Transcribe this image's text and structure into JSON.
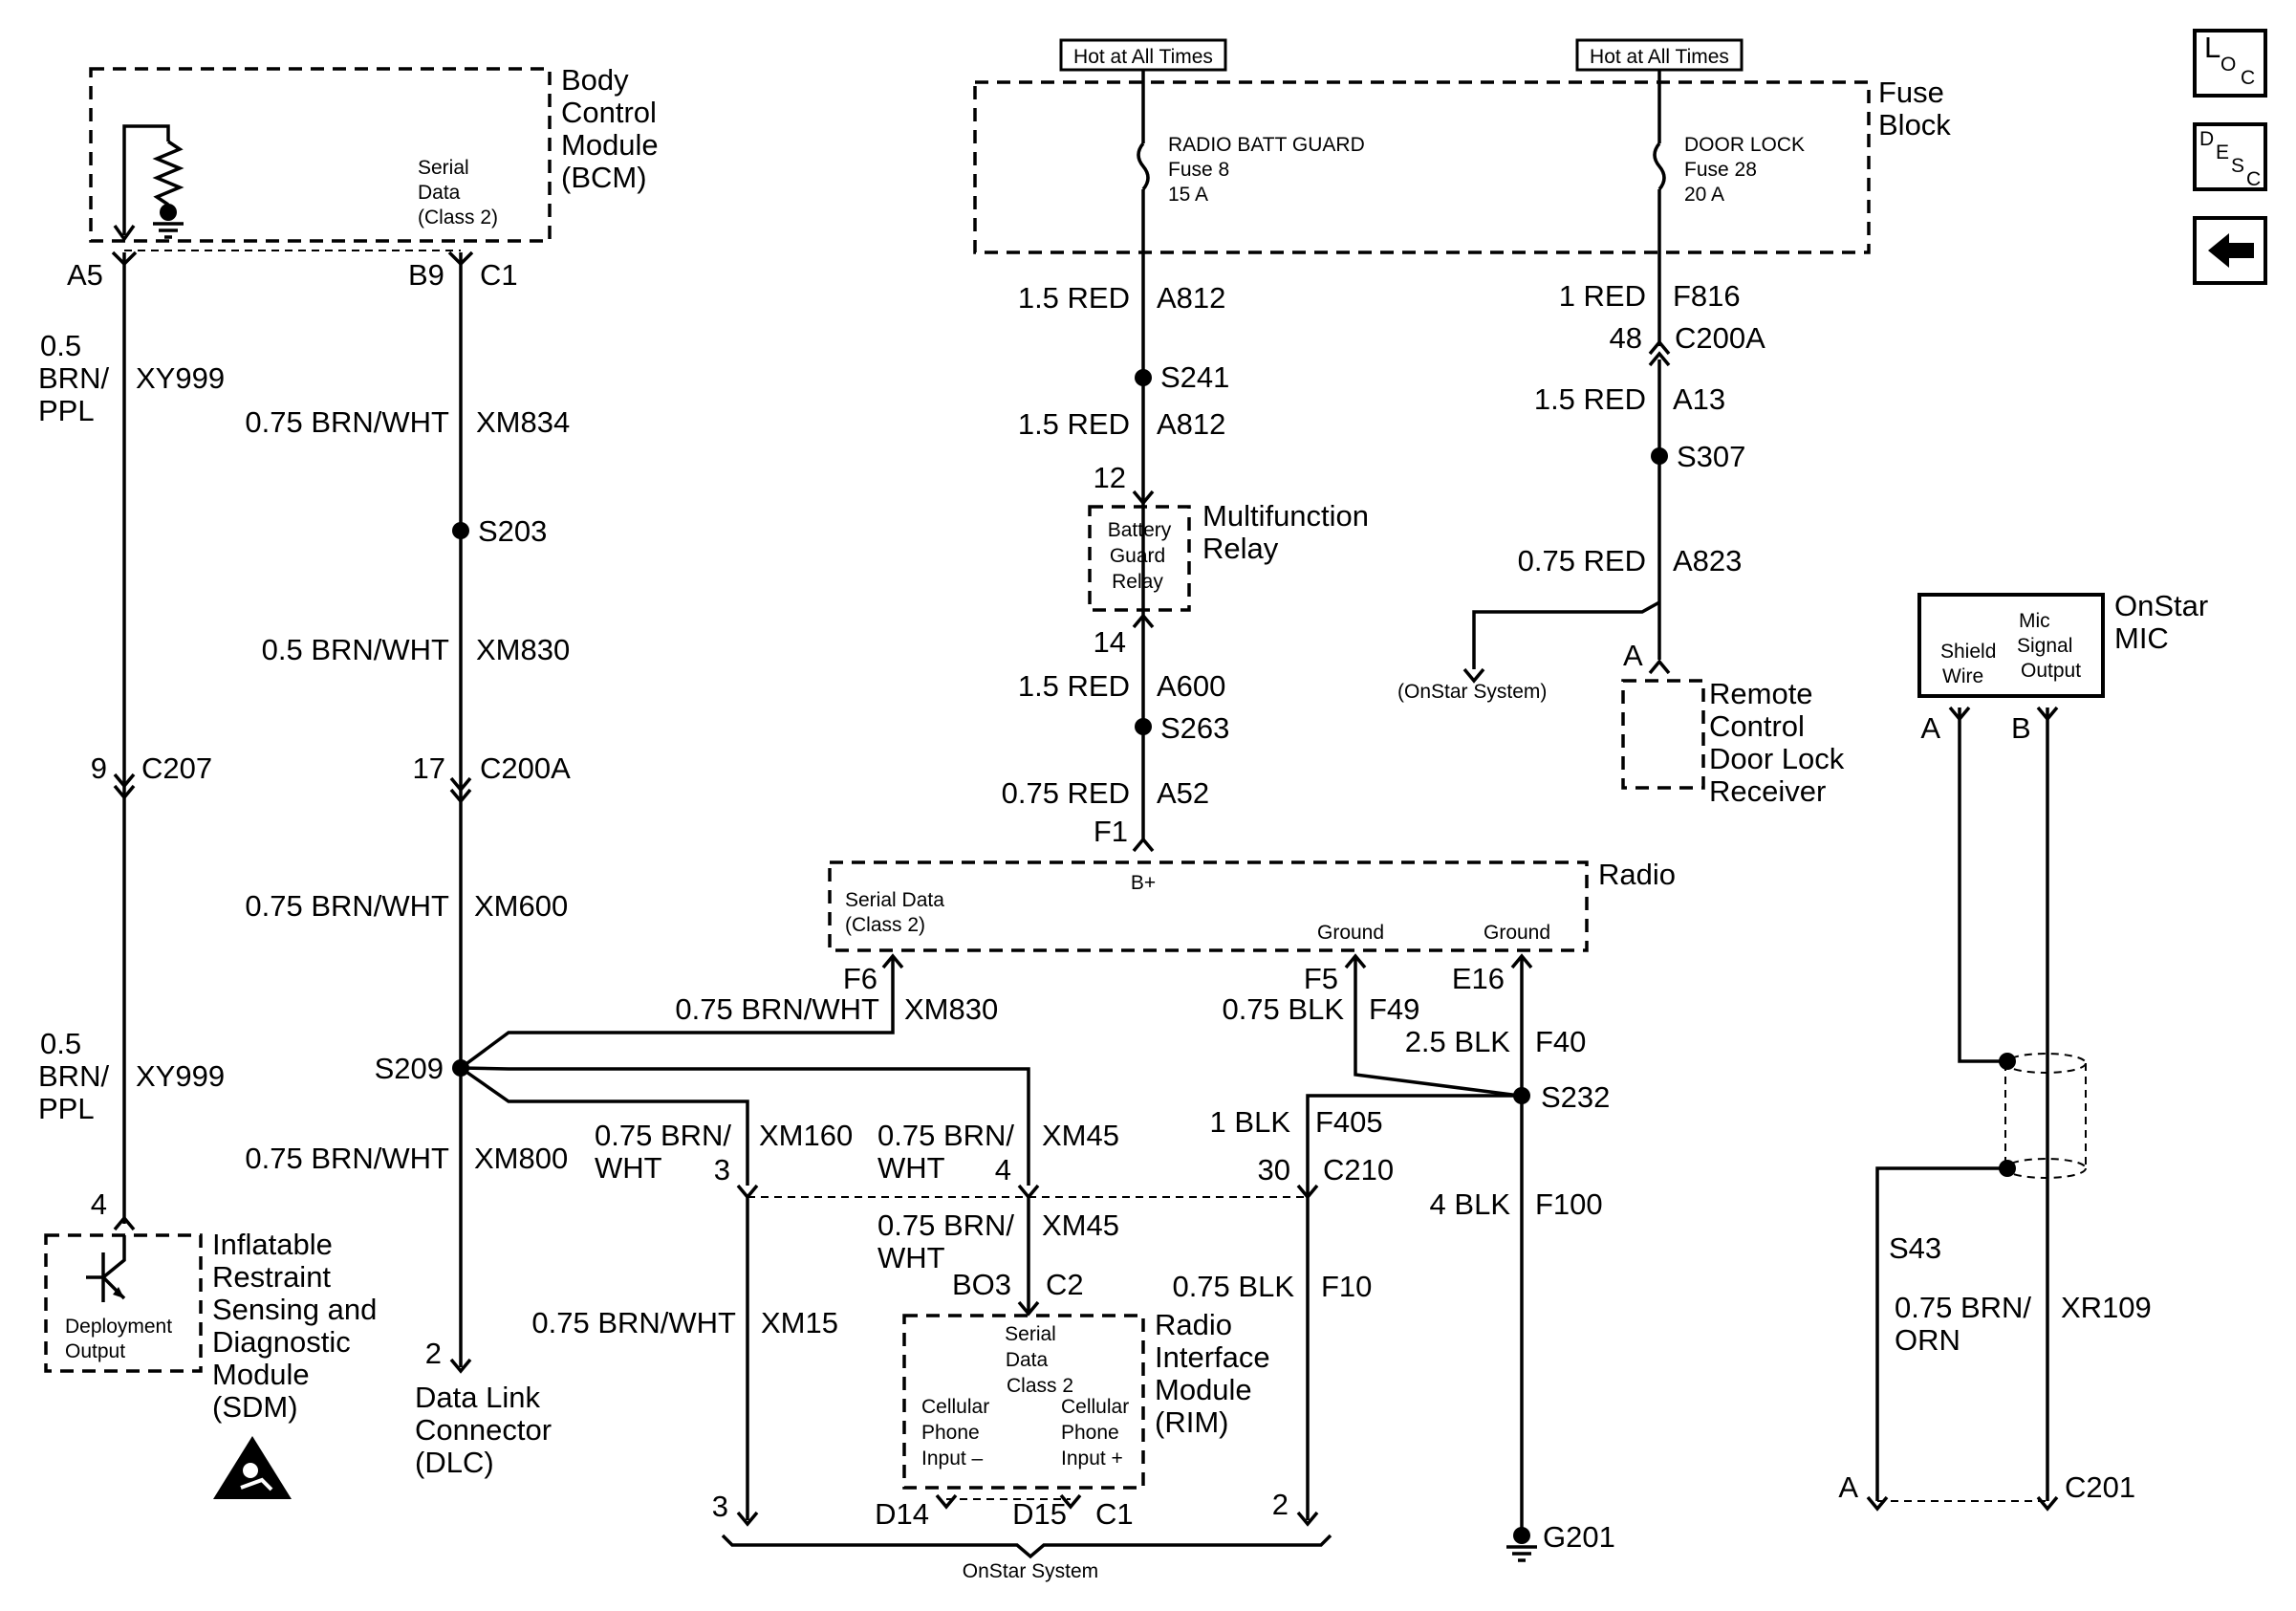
{
  "nav": {
    "loc": [
      "L",
      "O",
      "C"
    ],
    "desc": [
      "D",
      "E",
      "S",
      "C"
    ],
    "back_icon": "arrow-left-icon"
  },
  "hot": {
    "left": "Hot at All Times",
    "right": "Hot at All Times"
  },
  "bcm": {
    "name": [
      "Body",
      "Control",
      "Module",
      "(BCM)"
    ],
    "serial": [
      "Serial",
      "Data",
      "(Class 2)"
    ],
    "pin_a5": "A5",
    "pin_b9": "B9",
    "pin_c1": "C1"
  },
  "fuse": {
    "block": [
      "Fuse",
      "Block"
    ],
    "f8": [
      "RADIO BATT GUARD",
      "Fuse 8",
      "15 A"
    ],
    "f28": [
      "DOOR LOCK",
      "Fuse 28",
      "20 A"
    ]
  },
  "w1": {
    "size": [
      "0.5",
      "BRN/",
      "PPL"
    ],
    "circuit": "XY999",
    "c207_pin": "9",
    "c207": "C207",
    "size2": [
      "0.5",
      "BRN/",
      "PPL"
    ],
    "circuit2": "XY999",
    "sdm_pin": "4"
  },
  "sdm": {
    "name": [
      "Inflatable",
      "Restraint",
      "Sensing and",
      "Diagnostic",
      "Module",
      "(SDM)"
    ],
    "output": [
      "Deployment",
      "Output"
    ]
  },
  "w2": {
    "s1": "0.75 BRN/WHT",
    "c1": "XM834",
    "splice1": "S203",
    "s2": "0.5 BRN/WHT",
    "c2": "XM830",
    "pin17": "17",
    "c200a": "C200A",
    "s3": "0.75 BRN/WHT",
    "c3": "XM600",
    "splice2": "S209",
    "s4": "0.75 BRN/WHT",
    "c4": "XM800",
    "dlc_pin": "2",
    "dlc": [
      "Data Link",
      "Connector",
      "(DLC)"
    ]
  },
  "radio_feed": {
    "s1": "1.5 RED",
    "c1": "A812",
    "splice1": "S241",
    "s2": "1.5 RED",
    "c2": "A812",
    "pin12": "12",
    "relay_box": [
      "Battery",
      "Guard",
      "Relay"
    ],
    "relay_name": [
      "Multifunction",
      "Relay"
    ],
    "pin14": "14",
    "s3": "1.5 RED",
    "c3": "A600",
    "splice2": "S263",
    "s4": "0.75 RED",
    "c4": "A52",
    "f1": "F1"
  },
  "door_feed": {
    "s1": "1 RED",
    "c1": "F816",
    "pin48": "48",
    "c200a": "C200A",
    "s2": "1.5 RED",
    "c2": "A13",
    "splice": "S307",
    "s3": "0.75 RED",
    "c3": "A823",
    "onstar": "(OnStar System)",
    "pin_a": "A",
    "rcdlr": [
      "Remote",
      "Control",
      "Door Lock",
      "Receiver"
    ]
  },
  "radio": {
    "name": "Radio",
    "bplus": "B+",
    "serial": [
      "Serial Data",
      "(Class 2)"
    ],
    "ground1": "Ground",
    "ground2": "Ground",
    "f6": "F6",
    "f5": "F5",
    "e16": "E16"
  },
  "w_xm830": {
    "size": "0.75 BRN/WHT",
    "circuit": "XM830"
  },
  "grounds": {
    "s1": "0.75 BLK",
    "c1": "F49",
    "s2": "2.5 BLK",
    "c2": "F40",
    "splice": "S232",
    "s3": "1 BLK",
    "c3": "F405",
    "s4": "4 BLK",
    "c4": "F100",
    "g": "G201"
  },
  "branches": {
    "s160": [
      "0.75 BRN/",
      "WHT"
    ],
    "c160": "XM160",
    "p3": "3",
    "s45": [
      "0.75 BRN/",
      "WHT"
    ],
    "c45": "XM45",
    "p4": "4",
    "p30": "30",
    "c210": "C210",
    "s45b": [
      "0.75 BRN/",
      "WHT"
    ],
    "c45b": "XM45",
    "bo3": "BO3",
    "c2pin": "C2",
    "s15": "0.75 BRN/WHT",
    "c15": "XM15",
    "s10": "0.75 BLK",
    "c10": "F10",
    "bot3": "3",
    "bot2": "2"
  },
  "rim": {
    "name": [
      "Radio",
      "Interface",
      "Module",
      "(RIM)"
    ],
    "serial": [
      "Serial",
      "Data",
      "Class 2"
    ],
    "cell1": [
      "Cellular",
      "Phone",
      "Input –"
    ],
    "cell2": [
      "Cellular",
      "Phone",
      "Input +"
    ],
    "d14": "D14",
    "d15": "D15",
    "c1": "C1",
    "onstar": "OnStar System"
  },
  "mic": {
    "name": [
      "OnStar",
      "MIC"
    ],
    "shield": [
      "Shield",
      "Wire"
    ],
    "signal": [
      "Mic",
      "Signal",
      "Output"
    ],
    "pin_a": "A",
    "pin_b": "B",
    "s43": "S43",
    "size": [
      "0.75 BRN/",
      "ORN"
    ],
    "circuit": "XR109",
    "bot_a": "A",
    "c201": "C201"
  }
}
